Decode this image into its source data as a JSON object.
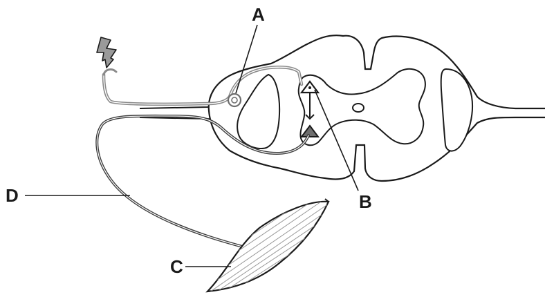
{
  "labels": {
    "A": "A",
    "B": "B",
    "C": "C",
    "D": "D"
  },
  "icons": {
    "stimulus": "lightning-bolt-icon"
  },
  "colors": {
    "outline": "#1a1a1a",
    "sensory_path": "#8a8a8a",
    "motor_path": "#3d3d3d",
    "stimulus_fill": "#9a9a9a",
    "neuron_fill": "#6e6e6e",
    "muscle_stripes": "#9a9a9a",
    "background": "#ffffff"
  }
}
